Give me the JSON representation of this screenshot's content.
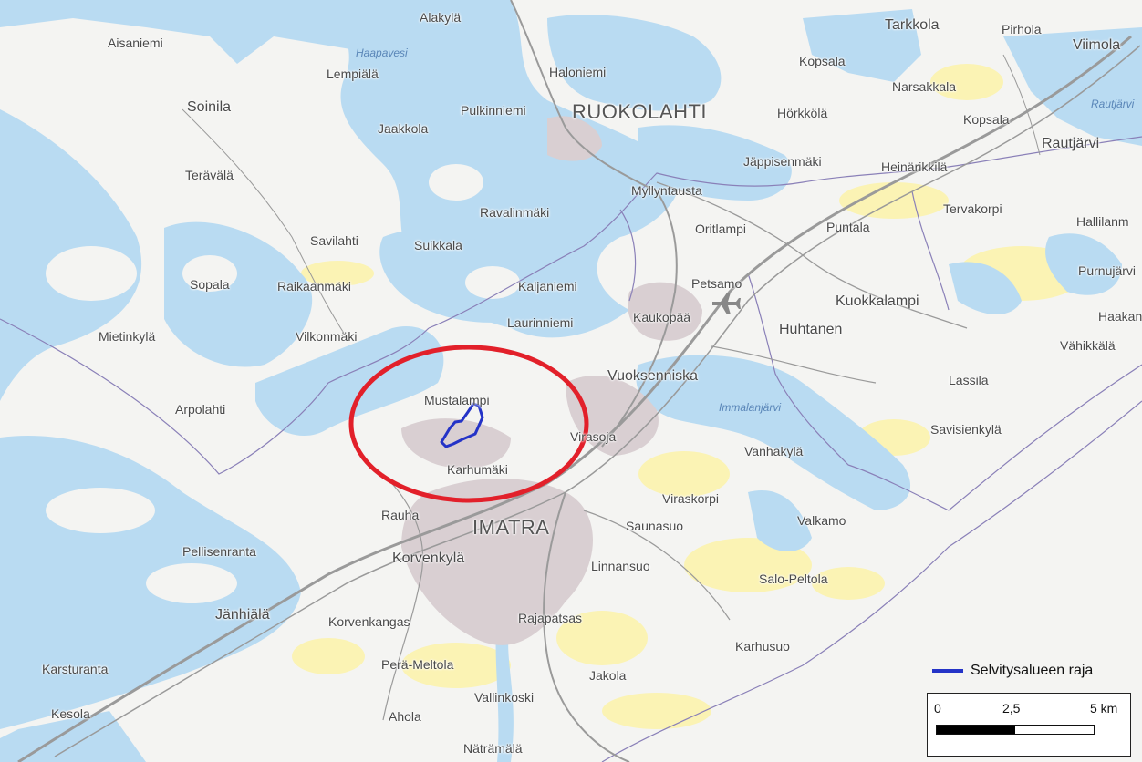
{
  "map": {
    "colors": {
      "land": "#f4f4f2",
      "water": "#b9dbf2",
      "urban": "#d9cfd2",
      "field": "#fbf3b4",
      "road": "#9a9a9a",
      "border": "#8a80b8",
      "highlight_ellipse": "#e2202a",
      "study_area": "#2433c7"
    },
    "places": {
      "aisaniemi": "Aisaniemi",
      "lempiala": "Lempiälä",
      "alakyla": "Alakylä",
      "haapavesi": "Haapavesi",
      "haloniemi": "Haloniemi",
      "tarkkola": "Tarkkola",
      "pirhola": "Pirhola",
      "viimola": "Viimola",
      "kopsala1": "Kopsala",
      "narsakkala": "Narsakkala",
      "rautjarvi_lake": "Rautjärvi",
      "soinila": "Soinila",
      "jaakkola": "Jaakkola",
      "pulkinniemi": "Pulkinniemi",
      "ruokolahti": "RUOKOLAHTI",
      "horkkola": "Hörkkölä",
      "kopsala2": "Kopsala",
      "rautjarvi": "Rautjärvi",
      "teravala": "Terävälä",
      "jappisenmaki": "Jäppisenmäki",
      "heinarikkila": "Heinärikkilä",
      "myllyntausta": "Myllyntausta",
      "ravalinmaki": "Ravalinmäki",
      "tervakorpi": "Tervakorpi",
      "hallilanmaki": "Hallilanm",
      "oritlampi": "Oritlampi",
      "puntala": "Puntala",
      "savilahti": "Savilahti",
      "suikkala": "Suikkala",
      "purnujarvi": "Purnujärvi",
      "petsamo": "Petsamo",
      "sopala": "Sopala",
      "raikaanmaki": "Raikaanmäki",
      "kaljaniemi": "Kaljaniemi",
      "kuokkalampi": "Kuokkalampi",
      "kaukopaa": "Kaukopää",
      "haakana": "Haakan",
      "laurinniemi": "Laurinniemi",
      "huhtanen": "Huhtanen",
      "mietinkyla": "Mietinkylä",
      "vilkonmaki": "Vilkonmäki",
      "vahikkala": "Vähikkälä",
      "vuoksenniska": "Vuoksenniska",
      "lassila": "Lassila",
      "mustalampi": "Mustalampi",
      "immalanjarvi": "Immalanjärvi",
      "arpolahti": "Arpolahti",
      "savisienkyla": "Savisienkylä",
      "virasoja": "Virasoja",
      "vanhakyla": "Vanhakylä",
      "karhumaki": "Karhumäki",
      "viraskorpi": "Viraskorpi",
      "rauha": "Rauha",
      "valkamo": "Valkamo",
      "imatra": "IMATRA",
      "saunasuo": "Saunasuo",
      "pellisenranta": "Pellisenranta",
      "korvenkyla": "Korvenkylä",
      "linnansuo": "Linnansuo",
      "salo_peltola": "Salo-Peltola",
      "janhiala": "Jänhiälä",
      "korvenkangas": "Korvenkangas",
      "rajapatsas": "Rajapatsas",
      "karhusuo": "Karhusuo",
      "karsturanta": "Karsturanta",
      "pera_meltola": "Perä-Meltola",
      "jakola": "Jakola",
      "vallinkoski": "Vallinkoski",
      "ahola": "Ahola",
      "kesola": "Kesola",
      "natramala": "Näträmälä"
    }
  },
  "legend": {
    "study_area_label": "Selvitysalueen raja"
  },
  "scalebar": {
    "tick0": "0",
    "tick_mid": "2,5",
    "tick_end": "5 km",
    "fill_fraction": 0.5
  }
}
